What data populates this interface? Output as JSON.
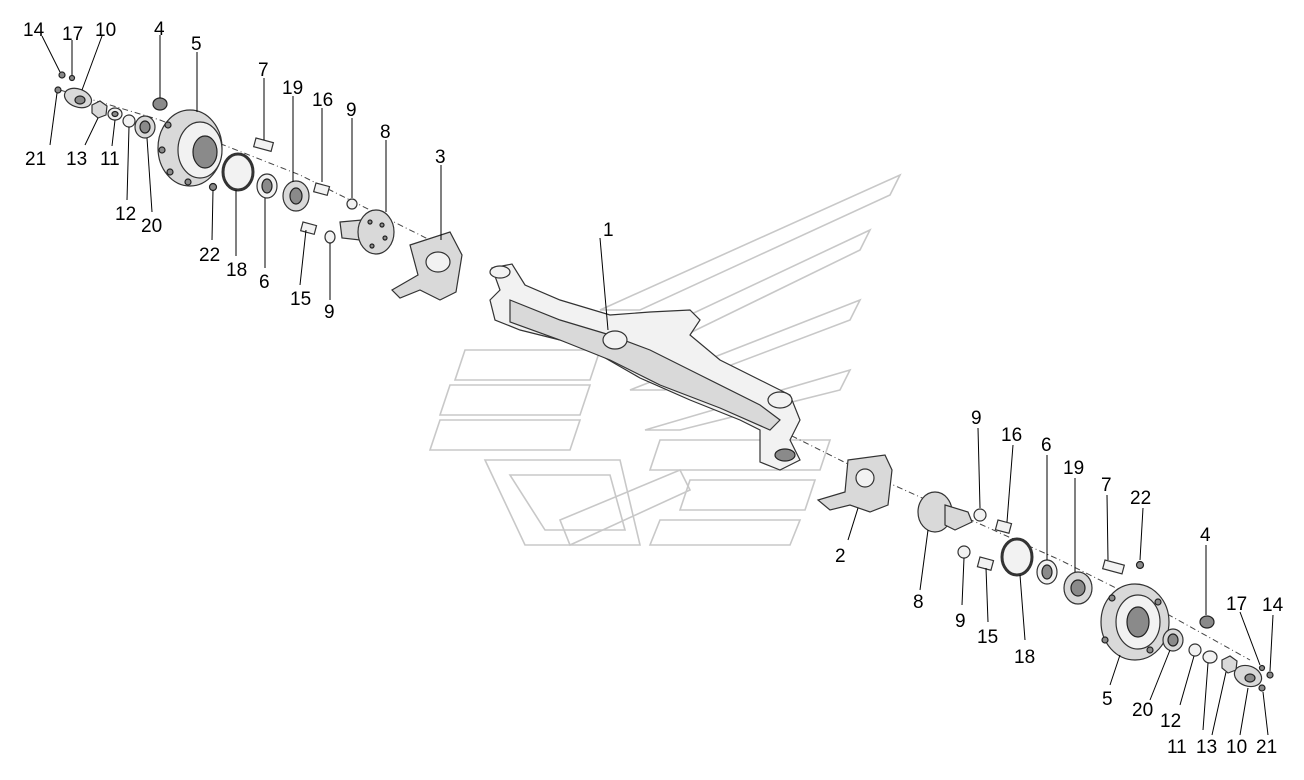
{
  "labels": {
    "l1": "1",
    "l2": "2",
    "l3": "3",
    "l4a": "4",
    "l4b": "4",
    "l5a": "5",
    "l5b": "5",
    "l6a": "6",
    "l6b": "6",
    "l7a": "7",
    "l7b": "7",
    "l8a": "8",
    "l8b": "8",
    "l9a": "9",
    "l9b": "9",
    "l9c": "9",
    "l9d": "9",
    "l10a": "10",
    "l10b": "10",
    "l11a": "11",
    "l11b": "11",
    "l12a": "12",
    "l12b": "12",
    "l13a": "13",
    "l13b": "13",
    "l14a": "14",
    "l14b": "14",
    "l15a": "15",
    "l15b": "15",
    "l16a": "16",
    "l16b": "16",
    "l17a": "17",
    "l17b": "17",
    "l18a": "18",
    "l18b": "18",
    "l19a": "19",
    "l19b": "19",
    "l20a": "20",
    "l20b": "20",
    "l21a": "21",
    "l21b": "21",
    "l22a": "22",
    "l22b": "22"
  }
}
